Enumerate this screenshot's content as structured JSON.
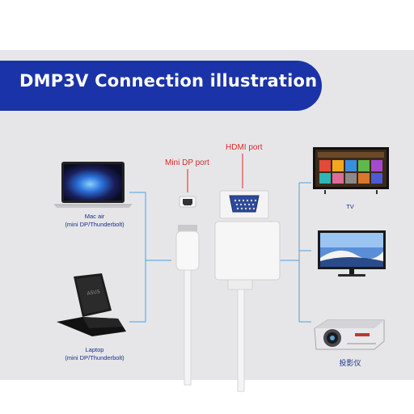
{
  "banner": {
    "title": "DMP3V Connection illustration"
  },
  "ports": {
    "minidp": "Mini DP port",
    "hdmi": "HDMI port"
  },
  "devices": {
    "macair": {
      "name": "Mac air",
      "sub": "(mini DP/Thunderbolt)"
    },
    "laptop": {
      "name": "Laptop",
      "sub": "(mini DP/Thunderbolt)"
    },
    "tv": {
      "name": "TV"
    },
    "projector": {
      "name": "投影仪"
    }
  },
  "colors": {
    "banner": "#1b33a8",
    "port_label": "#d62b2b",
    "device_label": "#1a2f8a",
    "connector_line": "#4da0df",
    "background": "#e6e6e8"
  }
}
